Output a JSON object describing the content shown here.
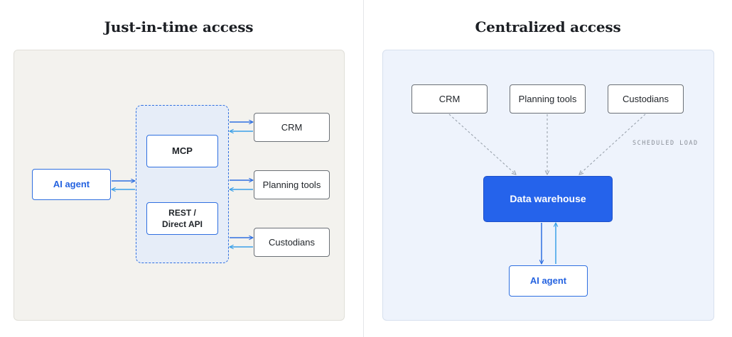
{
  "left": {
    "title": "Just-in-time access",
    "agent": "AI agent",
    "mcp": "MCP",
    "rest": "REST /\nDirect API",
    "sources": [
      "CRM",
      "Planning tools",
      "Custodians"
    ]
  },
  "right": {
    "title": "Centralized access",
    "sources": [
      "CRM",
      "Planning tools",
      "Custodians"
    ],
    "warehouse": "Data warehouse",
    "agent": "AI agent",
    "load_label": "SCHEDULED LOAD"
  },
  "colors": {
    "request": "#2f6fe0",
    "response": "#3aa0e8",
    "scheduled": "#9aa3ad",
    "warehouse": "#2563eb"
  }
}
